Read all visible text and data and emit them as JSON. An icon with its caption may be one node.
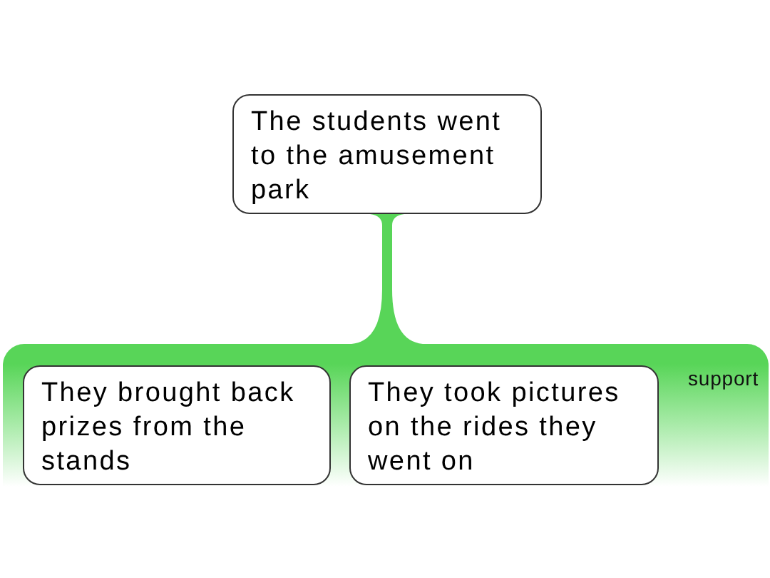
{
  "diagram": {
    "nodes": [
      {
        "text": [
          "The students went to the amusement park"
        ]
      },
      {
        "text": [
          "support"
        ]
      },
      {
        "text": [
          "They brought back prizes from the stands"
        ],
        "in": 1
      },
      {
        "text": [
          "They took pictures on the rides they went on"
        ],
        "in": 1
      }
    ],
    "edges": [
      {
        "from": 0,
        "to": 1,
        "arrow": "none"
      }
    ]
  }
}
